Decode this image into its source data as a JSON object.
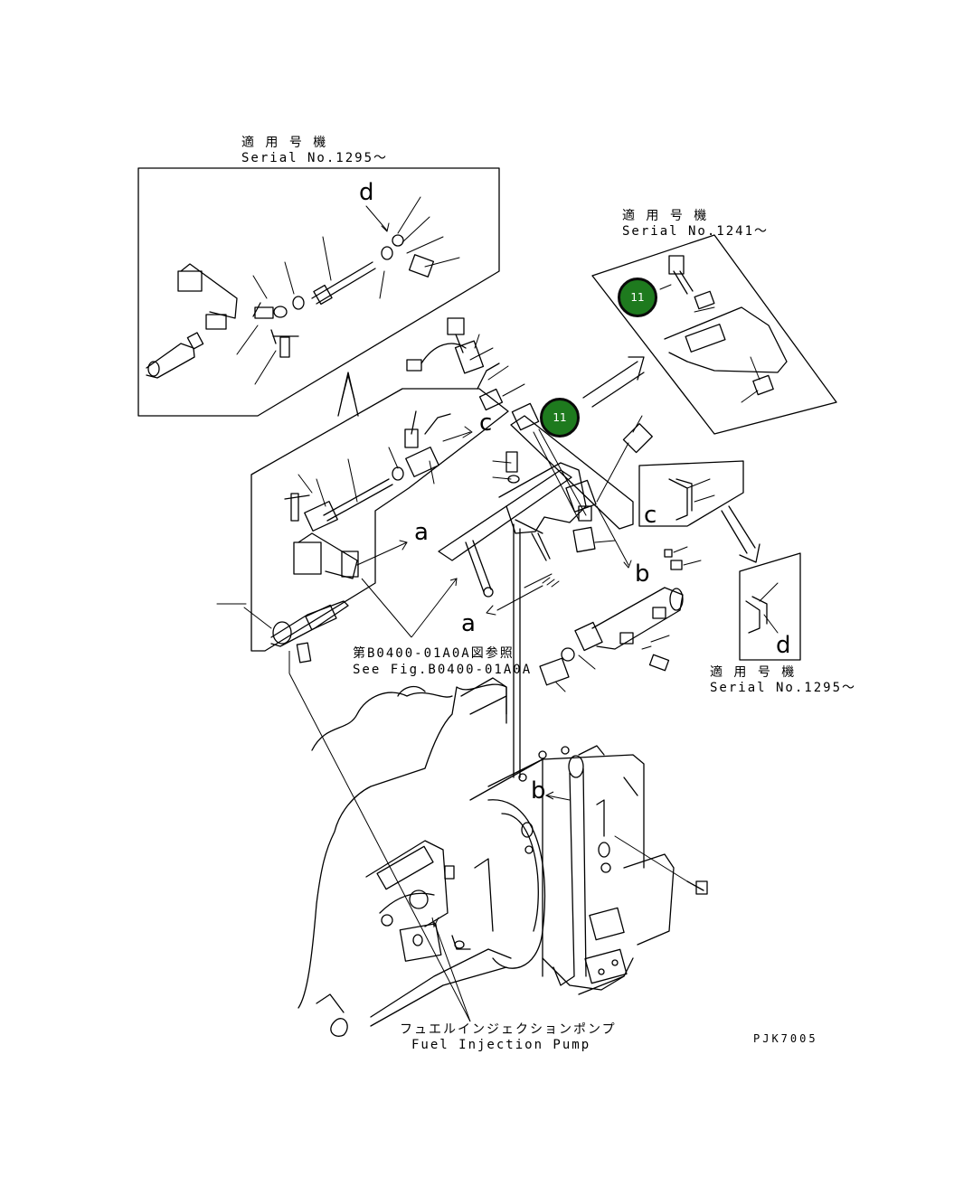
{
  "inset_top_left": {
    "jp": "適 用 号 機",
    "serial": "Serial No.1295～"
  },
  "inset_top_right": {
    "jp": "適 用 号 機",
    "serial": "Serial No.1241～"
  },
  "inset_bottom_right": {
    "jp": "適 用 号 機",
    "serial": "Serial No.1295～"
  },
  "reference": {
    "jp": "第B0400-01A0A図参照",
    "en": "See Fig.B0400-01A0A"
  },
  "pump_label": {
    "jp": "フュエルインジェクションポンプ",
    "en": "Fuel Injection Pump"
  },
  "drawing_code": "PJK7005",
  "letters": {
    "a": "a",
    "b": "b",
    "c": "c",
    "d": "d"
  },
  "callouts": [
    {
      "label": "11"
    },
    {
      "label": "11"
    }
  ],
  "colors": {
    "callout_fill": "#1e7a1e",
    "line": "#000000"
  }
}
